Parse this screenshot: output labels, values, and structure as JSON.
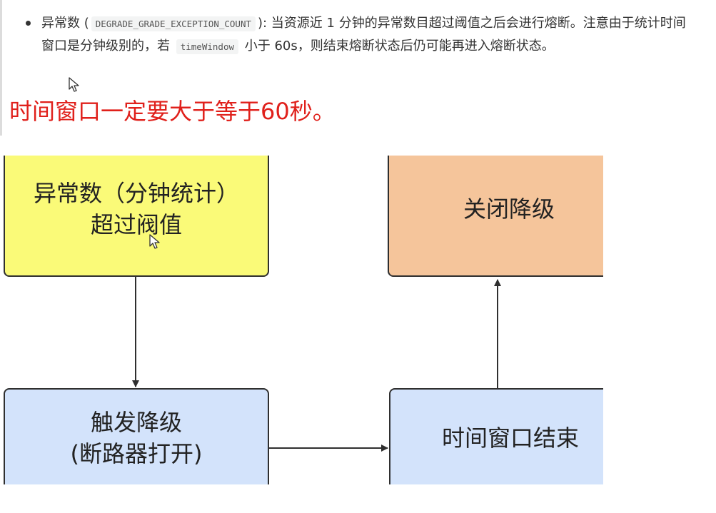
{
  "doc": {
    "bullet": {
      "segments": [
        "异常数 (",
        "DEGRADE_GRADE_EXCEPTION_COUNT",
        "): 当资源近 1 分钟的异常数目超过阈值之后会进行熔断。注意由于统计时间窗口是分钟级别的，若 ",
        "timeWindow",
        " 小于 60s，则结束熔断状态后仍可能再进入熔断状态。"
      ]
    },
    "highlight": "时间窗口一定要大于等于60秒。"
  },
  "diagram": {
    "nodes": {
      "exception": {
        "lines": [
          "异常数（分钟统计）",
          "超过阀值"
        ],
        "color": "#fafa78"
      },
      "close": {
        "lines": [
          "关闭降级"
        ],
        "color": "#f5c59b"
      },
      "trigger": {
        "lines": [
          "触发降级",
          "(断路器打开)"
        ],
        "color": "#d3e3fb"
      },
      "window_end": {
        "lines": [
          "时间窗口结束"
        ],
        "color": "#d3e3fb"
      }
    },
    "edges": [
      {
        "from": "exception",
        "to": "trigger"
      },
      {
        "from": "trigger",
        "to": "window_end"
      },
      {
        "from": "window_end",
        "to": "close"
      }
    ]
  },
  "icons": {
    "cursor": "mouse-pointer-icon"
  }
}
